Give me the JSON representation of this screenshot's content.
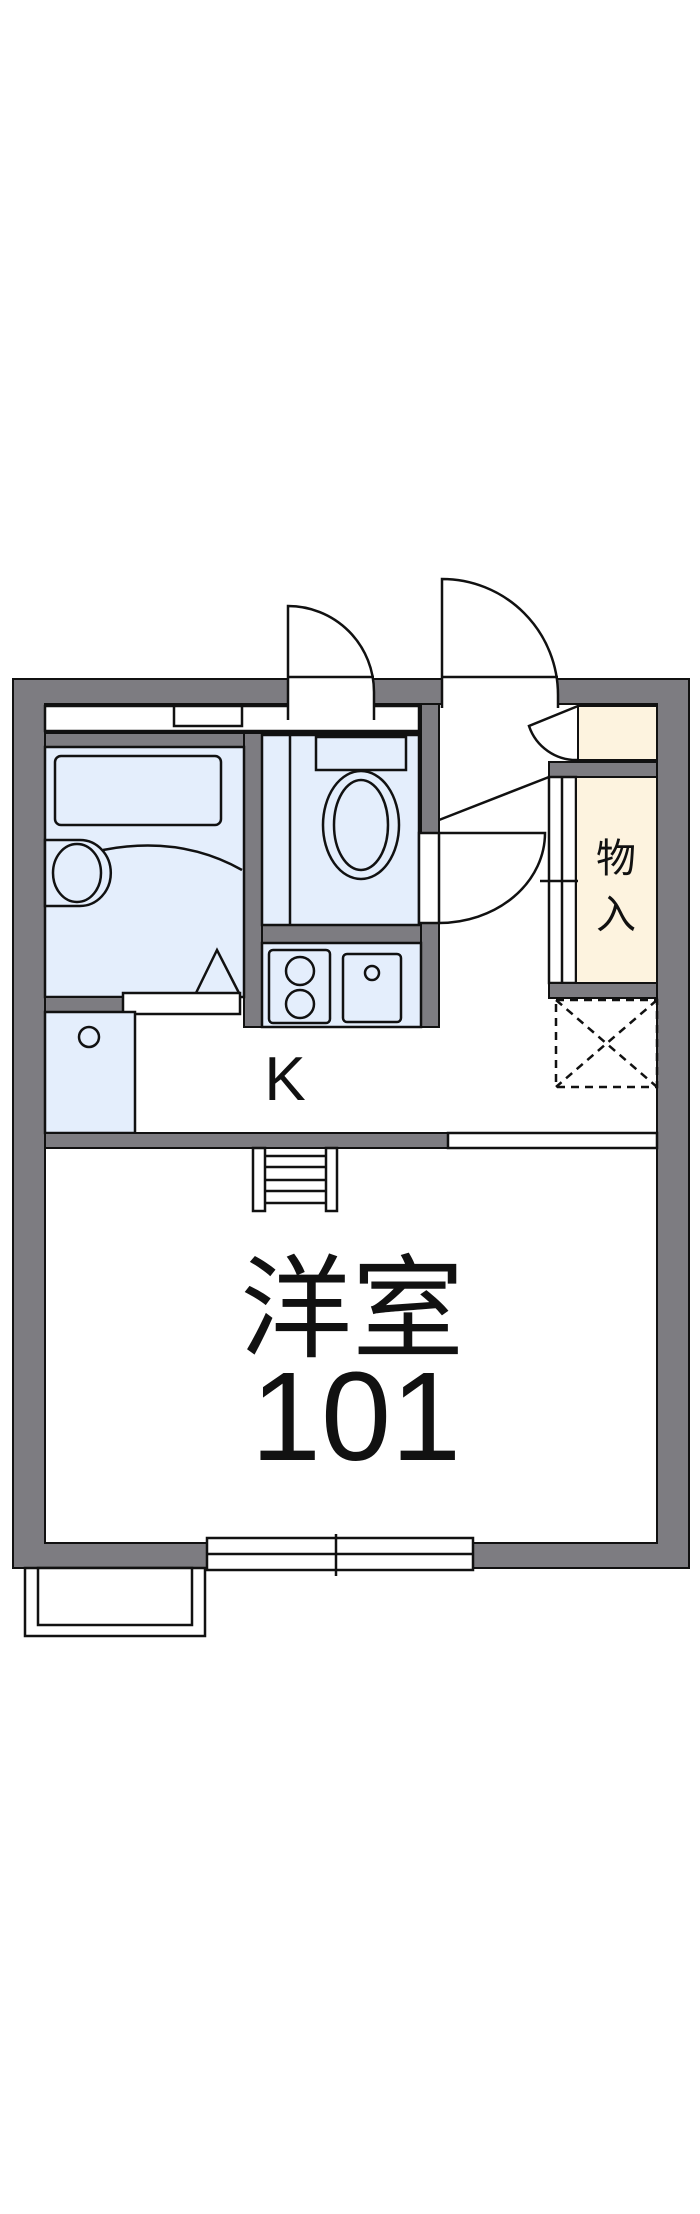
{
  "floorplan": {
    "rooms": {
      "kitchen_label": "K",
      "storage_label_line1": "物",
      "storage_label_line2": "入",
      "western_room_label": "洋室",
      "unit_number": "101"
    },
    "colors": {
      "wall": "#7d7c81",
      "wet_area": "#e4eefc",
      "storage": "#fdf3df"
    }
  }
}
